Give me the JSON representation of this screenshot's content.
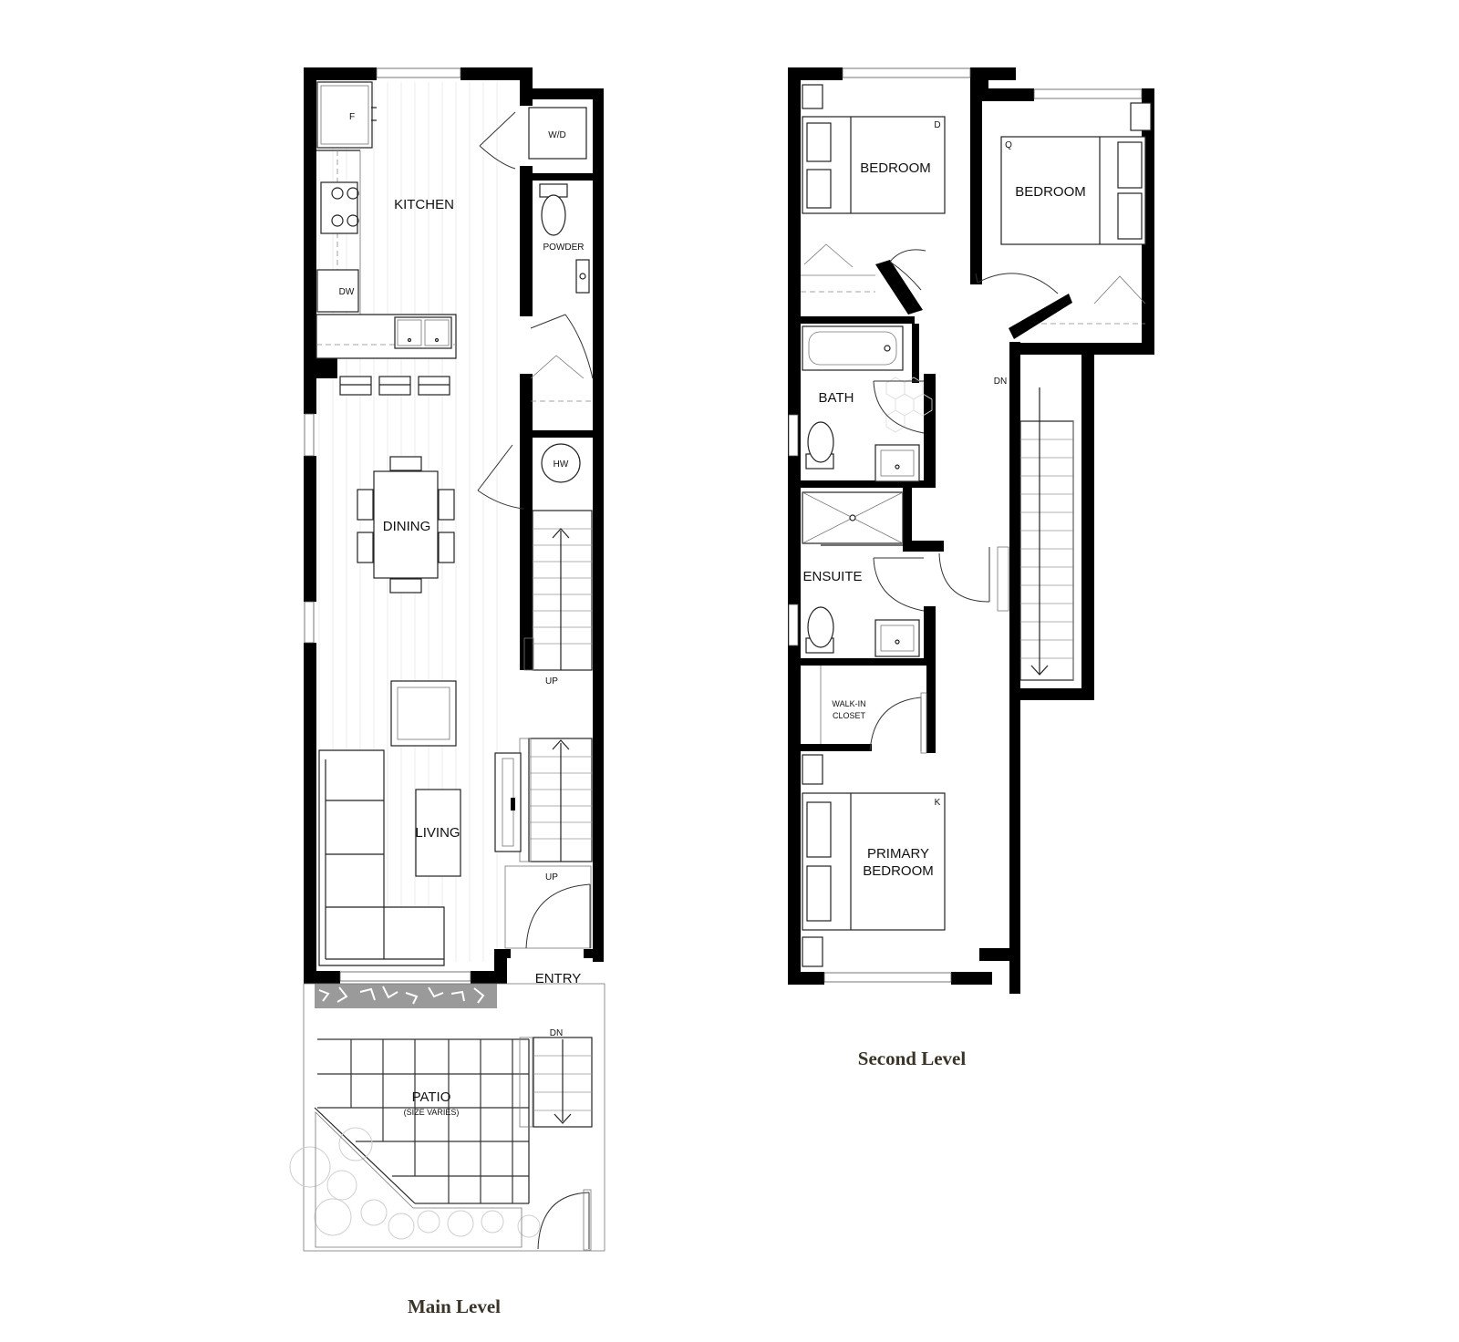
{
  "main_level": {
    "caption": "Main Level",
    "rooms": {
      "kitchen": "KITCHEN",
      "powder": "POWDER",
      "dining": "DINING",
      "living": "LIVING",
      "entry": "ENTRY",
      "patio": "PATIO",
      "patio_note": "(SIZE VARIES)"
    },
    "fixtures": {
      "fridge": "F",
      "washer_dryer": "W/D",
      "dishwasher": "DW",
      "hot_water": "HW"
    },
    "stairs": {
      "up_upper": "UP",
      "up_lower": "UP",
      "down_exterior": "DN"
    }
  },
  "second_level": {
    "caption": "Second Level",
    "rooms": {
      "bedroom_1": "BEDROOM",
      "bedroom_2": "BEDROOM",
      "bath": "BATH",
      "ensuite": "ENSUITE",
      "walk_in_line1": "WALK-IN",
      "walk_in_line2": "CLOSET",
      "primary_line1": "PRIMARY",
      "primary_line2": "BEDROOM"
    },
    "bed_sizes": {
      "bedroom_1": "D",
      "bedroom_2": "Q",
      "primary": "K"
    },
    "stairs": {
      "down": "DN"
    }
  },
  "colors": {
    "wall": "#000000",
    "caption": "#3a3428",
    "line": "#222222"
  }
}
